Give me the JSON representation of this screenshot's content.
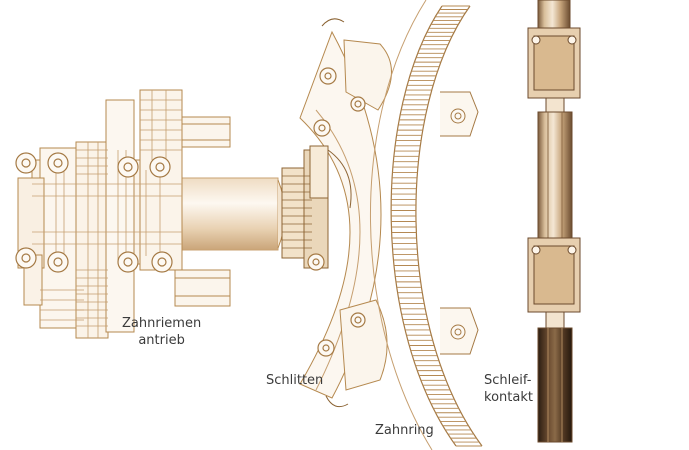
{
  "labels": {
    "belt_drive": [
      "Zahnriemen",
      "antrieb"
    ],
    "carriage": "Schlitten",
    "ring_gear": "Zahnring",
    "slip_contact": [
      "Schleif-",
      "kontakt"
    ]
  },
  "colors": {
    "line": "#b5894f",
    "fill": "#f6ecdf",
    "shade": "#e6cfae",
    "dark": "#3c2a1c",
    "label": "#3b3b3b"
  }
}
